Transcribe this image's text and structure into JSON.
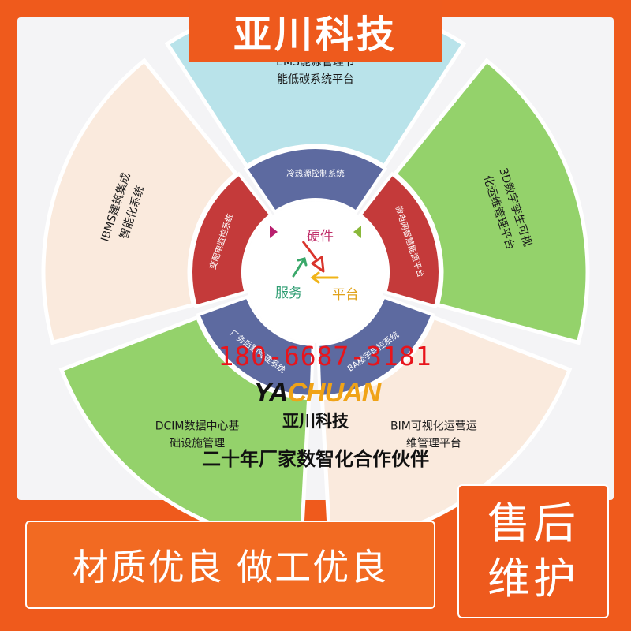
{
  "title": "亚川科技",
  "outer_segments": [
    {
      "id": "ems",
      "label_lines": [
        "EMS能源管理节",
        "能低碳系统平台"
      ],
      "color": "#b9e3ea"
    },
    {
      "id": "3d",
      "label_lines": [
        "3D数字孪生可视",
        "化运维管理平台"
      ],
      "color": "#94d26b"
    },
    {
      "id": "bim",
      "label_lines": [
        "BIM可视化运营运",
        "维管理平台"
      ],
      "color": "#faeadd"
    },
    {
      "id": "dcim",
      "label_lines": [
        "DCIM数据中心基",
        "础设施管理"
      ],
      "color": "#94d26b"
    },
    {
      "id": "ibms",
      "label_lines": [
        "IBMS建筑集成",
        "智能化系统"
      ],
      "color": "#faeadd"
    }
  ],
  "inner_segments": [
    {
      "id": "cooling",
      "label": "冷热源控制系统",
      "color": "#5d6aa0"
    },
    {
      "id": "microgrid",
      "label": "微电网智慧能源平台",
      "color": "#c43a3a"
    },
    {
      "id": "ba",
      "label": "BA楼宇自控系统",
      "color": "#5d6aa0"
    },
    {
      "id": "factory",
      "label": "厂务后勤管理系统",
      "color": "#5d6aa0"
    },
    {
      "id": "power",
      "label": "变配电监控系统",
      "color": "#c43a3a"
    }
  ],
  "center": {
    "hardware": "硬件",
    "service": "服务",
    "platform": "平台"
  },
  "phone": "180-6687-3181",
  "logo": {
    "part1": "YA",
    "part2": "CHUAN"
  },
  "brand_name": "亚川科技",
  "slogan": "二十年厂家数智化合作伙伴",
  "banner": "材质优良  做工优良",
  "service_box": {
    "line1": "售后",
    "line2": "维护"
  }
}
